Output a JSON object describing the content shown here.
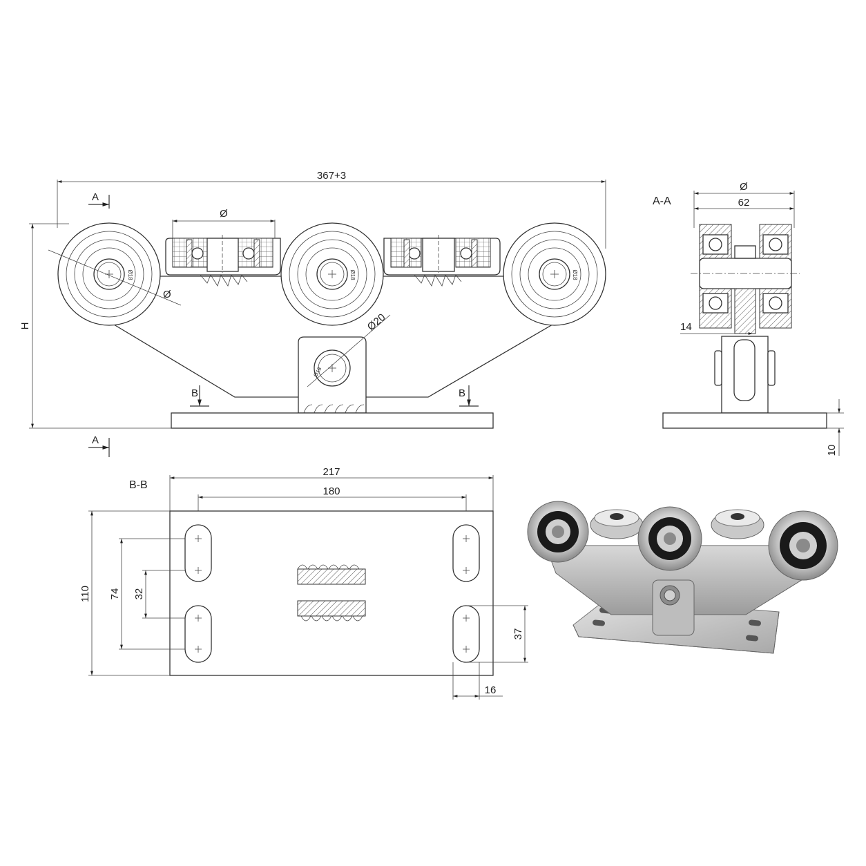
{
  "views": {
    "front": {
      "overall_width": "367+3",
      "height": "H",
      "bearing_diameter": "Ø",
      "wheel_diameter": "Ø",
      "pivot_diameter": "Ø20",
      "section_a": "A",
      "section_b": "B",
      "circlip": "Ø18"
    },
    "section_aa": {
      "title": "A-A",
      "diameter": "Ø",
      "width": "62",
      "web_thickness": "14",
      "plate_thickness": "10"
    },
    "section_bb": {
      "title": "B-B",
      "plate_length": "217",
      "hole_spacing": "180",
      "plate_width": "110",
      "slot_outer": "74",
      "slot_inner": "32",
      "slot_length": "37",
      "slot_width": "16"
    }
  },
  "colors": {
    "line": "#333333",
    "steel_light": "#e8e8e8",
    "steel_mid": "#b0b0b0",
    "steel_dark": "#555555",
    "bearing_black": "#1a1a1a"
  }
}
